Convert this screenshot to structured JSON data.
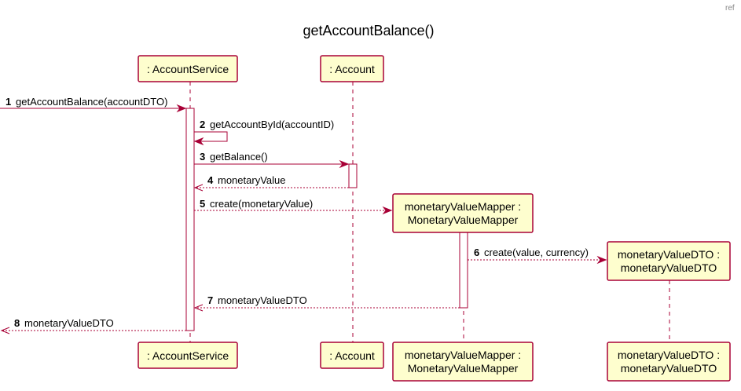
{
  "corner_label": "ref",
  "title": "getAccountBalance()",
  "participants": {
    "account_service": ": AccountService",
    "account": ": Account",
    "mapper": [
      "monetaryValueMapper :",
      "MonetaryValueMapper"
    ],
    "dto": [
      "monetaryValueDTO :",
      "monetaryValueDTO"
    ]
  },
  "messages": [
    {
      "num": "1",
      "text": "getAccountBalance(accountDTO)"
    },
    {
      "num": "2",
      "text": "getAccountById(accountID)"
    },
    {
      "num": "3",
      "text": "getBalance()"
    },
    {
      "num": "4",
      "text": "monetaryValue"
    },
    {
      "num": "5",
      "text": "create(monetaryValue)"
    },
    {
      "num": "6",
      "text": "create(value, currency)"
    },
    {
      "num": "7",
      "text": "monetaryValueDTO"
    },
    {
      "num": "8",
      "text": "monetaryValueDTO"
    }
  ],
  "colors": {
    "participant_fill": "#FEFECE",
    "border": "#A80036"
  }
}
